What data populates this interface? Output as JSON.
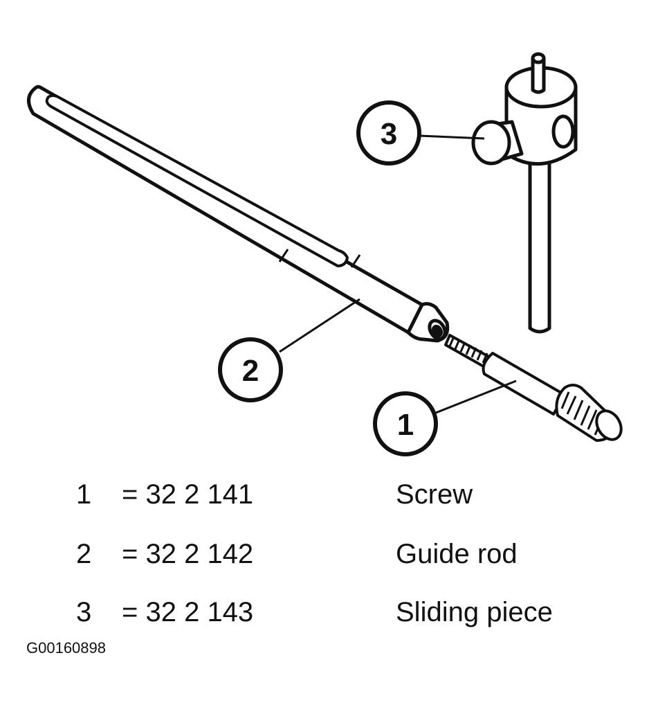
{
  "figure": {
    "callouts": [
      {
        "number": "1",
        "part": "screw"
      },
      {
        "number": "2",
        "part": "guide-rod"
      },
      {
        "number": "3",
        "part": "sliding-piece"
      }
    ]
  },
  "legend": {
    "rows": [
      {
        "number": "1",
        "code": "= 32 2 141",
        "description": "Screw"
      },
      {
        "number": "2",
        "code": "= 32 2 142",
        "description": "Guide rod"
      },
      {
        "number": "3",
        "code": "= 32 2 143",
        "description": "Sliding piece"
      }
    ]
  },
  "figure_id": "G00160898",
  "colors": {
    "ink": "#111111",
    "part_fill": "#ffffff",
    "shade": "#d9d9d9"
  }
}
